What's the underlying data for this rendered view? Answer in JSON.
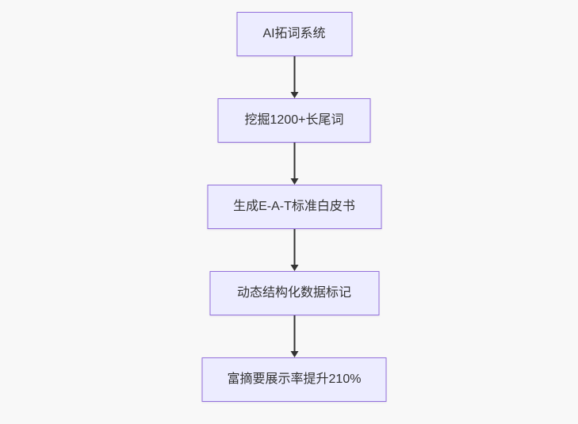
{
  "flowchart": {
    "type": "flowchart",
    "direction": "top-down",
    "nodes": [
      {
        "id": "n1",
        "label": "AI拓词系统"
      },
      {
        "id": "n2",
        "label": "挖掘1200+长尾词"
      },
      {
        "id": "n3",
        "label": "生成E-A-T标准白皮书"
      },
      {
        "id": "n4",
        "label": "动态结构化数据标记"
      },
      {
        "id": "n5",
        "label": "富摘要展示率提升210%"
      }
    ],
    "edges": [
      {
        "from": "n1",
        "to": "n2",
        "style": "arrow-down"
      },
      {
        "from": "n2",
        "to": "n3",
        "style": "arrow-down"
      },
      {
        "from": "n3",
        "to": "n4",
        "style": "arrow-down"
      },
      {
        "from": "n4",
        "to": "n5",
        "style": "arrow-down"
      }
    ],
    "colors": {
      "background": "#f8f8f8",
      "node_fill": "#ececff",
      "node_border": "#9370db",
      "node_text": "#333333",
      "edge": "#333333"
    }
  }
}
